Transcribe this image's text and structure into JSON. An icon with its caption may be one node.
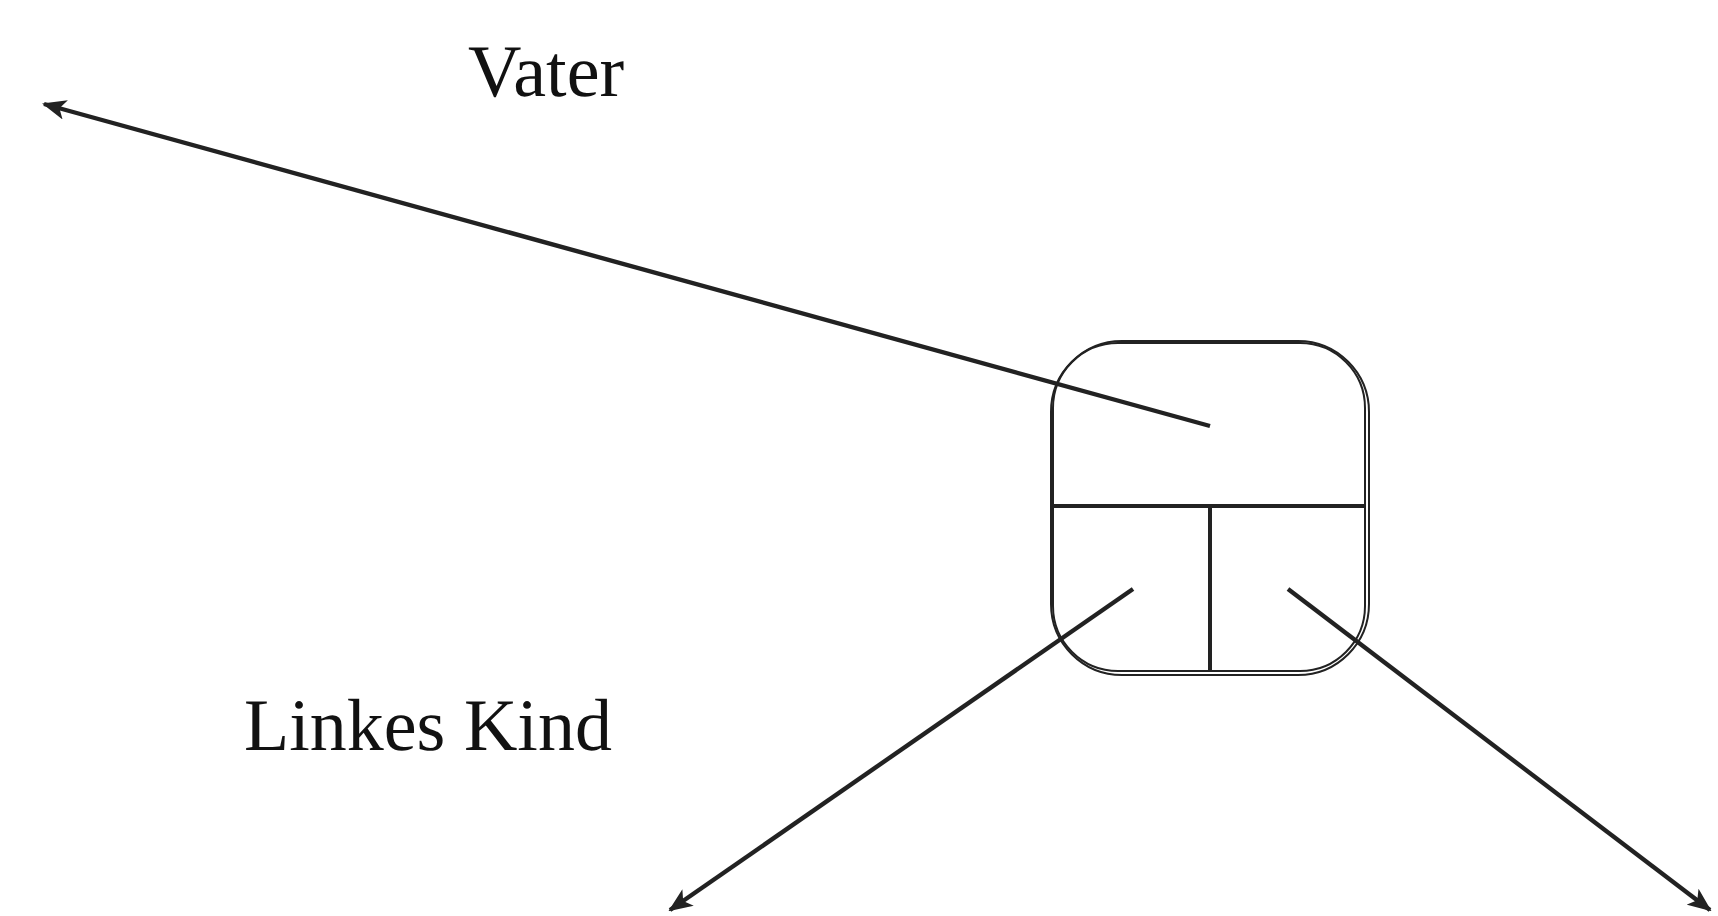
{
  "diagram": {
    "nodes": [
      {
        "text": [],
        "shape": "box"
      },
      {
        "text": [],
        "shape": "box",
        "in": 0
      },
      {
        "text": [],
        "shape": "box",
        "in": 0
      },
      {
        "text": [],
        "shape": "box",
        "in": 0
      }
    ],
    "edges": [
      {
        "from": 1,
        "to": null,
        "arrow": "to",
        "label": "Vater"
      },
      {
        "from": 2,
        "to": null,
        "arrow": "to",
        "label": "Linkes Kind"
      },
      {
        "from": 3,
        "to": null,
        "arrow": "to"
      }
    ]
  }
}
